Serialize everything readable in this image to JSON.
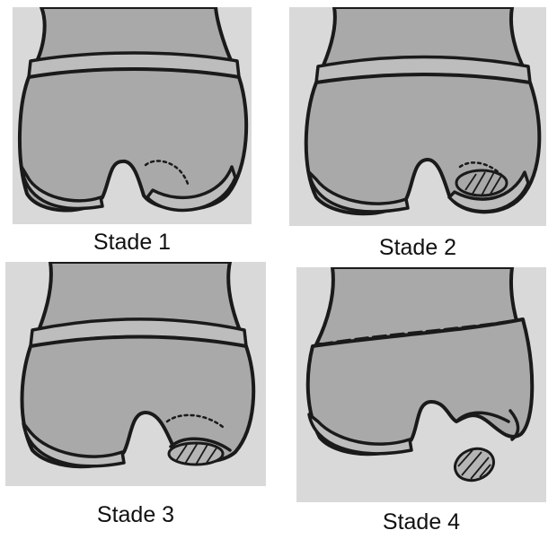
{
  "stages": [
    {
      "label": "Stade 1"
    },
    {
      "label": "Stade 2"
    },
    {
      "label": "Stade 3"
    },
    {
      "label": "Stade 4"
    }
  ]
}
